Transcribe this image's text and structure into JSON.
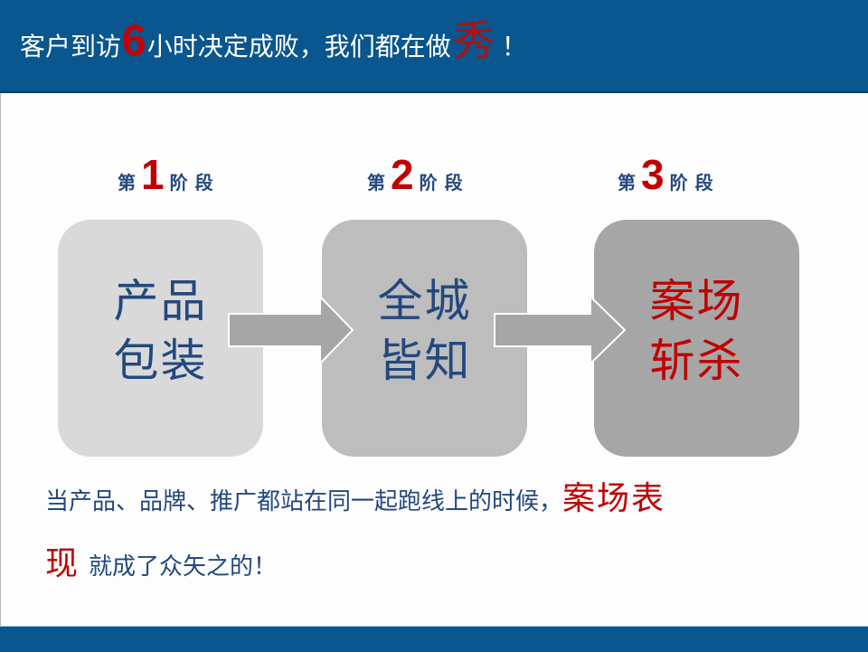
{
  "header": {
    "title_part1": "客户到访",
    "title_number": "6",
    "title_part2": "小时决定成败，我们都在做",
    "title_emphasis": "秀",
    "title_end": "！"
  },
  "stages": [
    {
      "prefix": "第",
      "number": "1",
      "suffix": "阶段",
      "box_line1": "产品",
      "box_line2": "包装"
    },
    {
      "prefix": "第",
      "number": "2",
      "suffix": "阶段",
      "box_line1": "全城",
      "box_line2": "皆知"
    },
    {
      "prefix": "第",
      "number": "3",
      "suffix": "阶段",
      "box_line1": "案场",
      "box_line2": "斩杀"
    }
  ],
  "bottom": {
    "line1_text": "当产品、品牌、推广都站在同一起跑线上的时候，",
    "line1_highlight": "案场表",
    "line2_highlight": "现",
    "line2_text": "就成了众矢之的！"
  },
  "colors": {
    "header_bg": "#0a568e",
    "accent_red": "#c00000",
    "text_blue": "#23487e",
    "box1": "#d9d9d9",
    "box2": "#bdbdbd",
    "box3": "#a6a6a6",
    "arrow": "#a6a6a6"
  }
}
